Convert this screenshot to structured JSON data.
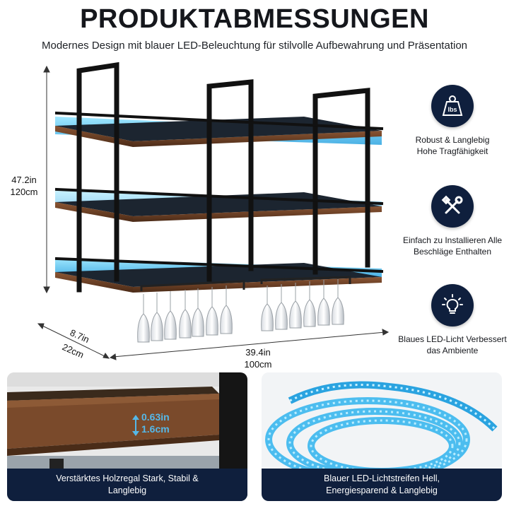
{
  "header": {
    "title": "PRODUKTABMESSUNGEN",
    "subtitle": "Modernes Design mit blauer LED-Beleuchtung für stilvolle Aufbewahrung und Präsentation"
  },
  "dimensions": {
    "height_in": "47.2in",
    "height_cm": "120cm",
    "depth_in": "8.7in",
    "depth_cm": "22cm",
    "width_in": "39.4in",
    "width_cm": "100cm",
    "thickness_in": "0.63in",
    "thickness_cm": "1.6cm"
  },
  "features": [
    {
      "icon": "weight-icon",
      "icon_text": "lbs",
      "line1": "Robust & Langlebig",
      "line2": "Hohe Tragfähigkeit"
    },
    {
      "icon": "tools-icon",
      "line1": "Einfach zu Installieren Alle",
      "line2": "Beschläge Enthalten"
    },
    {
      "icon": "lightbulb-icon",
      "line1": "Blaues LED-Licht Verbessert",
      "line2": "das Ambiente"
    }
  ],
  "panels": [
    {
      "caption_line1": "Verstärktes Holzregal Stark, Stabil &",
      "caption_line2": "Langlebig"
    },
    {
      "caption_line1": "Blauer LED-Lichtstreifen Hell,",
      "caption_line2": "Energiesparend & Langlebig"
    }
  ],
  "colors": {
    "navy": "#0f1f3d",
    "led_blue": "#4fc3f7",
    "wood": "#6b3f24",
    "frame": "#111111"
  }
}
